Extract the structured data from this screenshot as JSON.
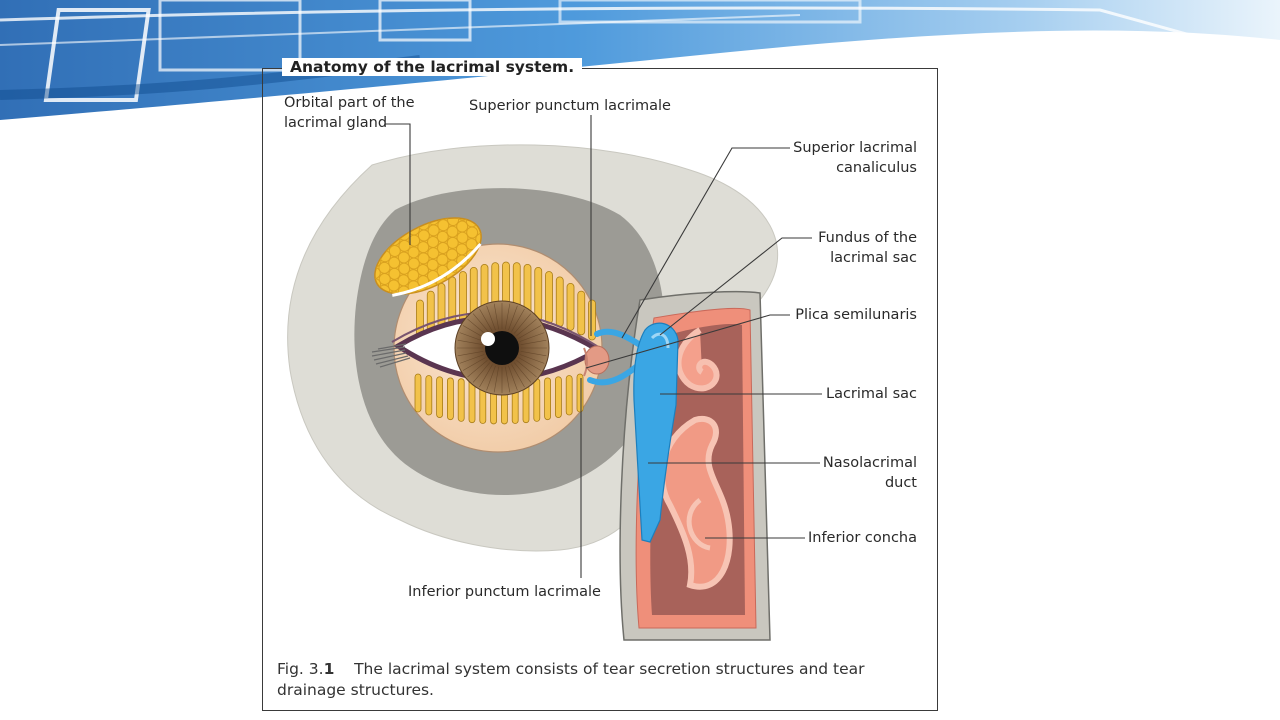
{
  "figure": {
    "title": "Anatomy of the lacrimal system.",
    "labels": {
      "gland_line1": "Orbital part of the",
      "gland_line2": "lacrimal gland",
      "sup_punctum": "Superior punctum lacrimale",
      "sup_canal_line1": "Superior lacrimal",
      "sup_canal_line2": "canaliculus",
      "fundus_line1": "Fundus of the",
      "fundus_line2": "lacrimal sac",
      "plica": "Plica semilunaris",
      "sac": "Lacrimal sac",
      "duct_line1": "Nasolacrimal",
      "duct_line2": "duct",
      "concha": "Inferior concha",
      "inf_punctum": "Inferior punctum lacrimale"
    },
    "caption": {
      "prefix": "Fig. 3.",
      "number": "1",
      "text": "The lacrimal system consists of tear secretion structures and tear drainage structures."
    }
  },
  "colors": {
    "banner_blue": "#1f6fc0",
    "lacrimal_blue": "#3aa6e4",
    "gland_yellow": "#f5c131",
    "mucosa_pink": "#ef8f7a",
    "eyeball_skin": "#f7dcc0",
    "iris_brown": "#8a6a47"
  }
}
